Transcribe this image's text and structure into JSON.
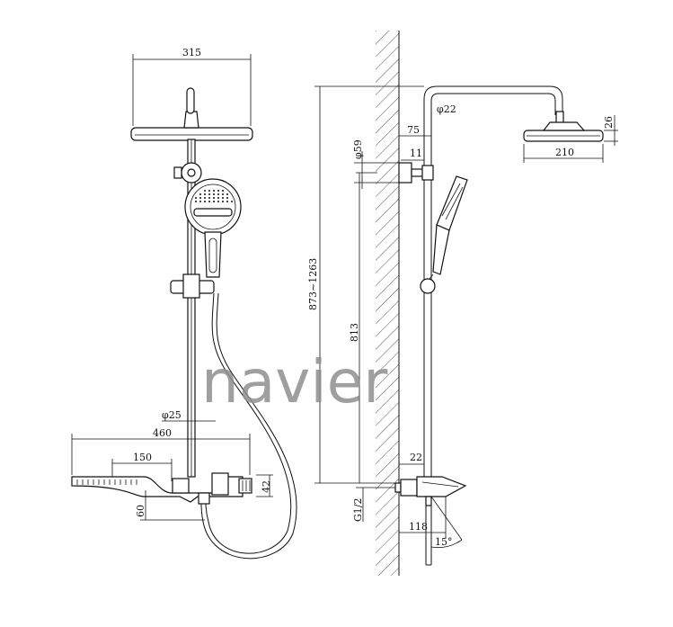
{
  "watermark": "navier",
  "front_view": {
    "dims": {
      "head_width": "315",
      "rod_dia": "φ25",
      "shelf_width": "460",
      "mixer_width": "150",
      "mixer_height": "42",
      "outlet_drop": "60"
    }
  },
  "side_view": {
    "dims": {
      "head_height": "26",
      "head_width": "210",
      "arm_dia": "φ22",
      "arm_offset": "75",
      "bracket_dia": "φ59",
      "bracket_gap": "11",
      "total_height": "873~1263",
      "rod_height": "813",
      "mixer_gap": "22",
      "inlet_thread": "G1/2",
      "mixer_depth": "118",
      "spout_angle": "15°"
    }
  },
  "colors": {
    "line": "#111111",
    "watermark": "#8f8f8f",
    "hatch": "#555555"
  }
}
